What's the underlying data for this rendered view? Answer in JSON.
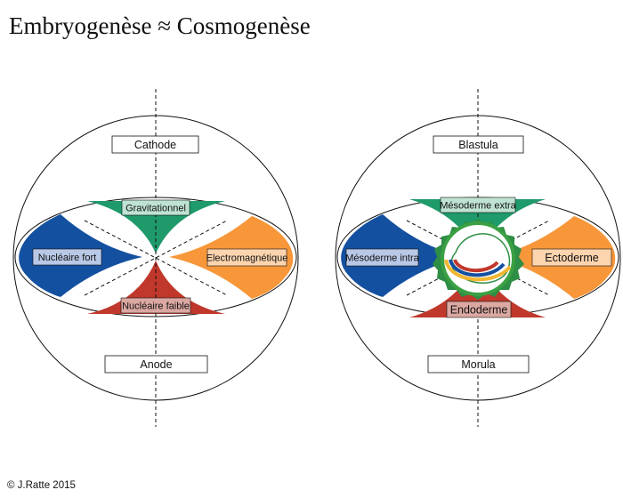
{
  "title": "Embryogenèse ≈ Cosmogenèse",
  "footer": "© J.Ratte 2015",
  "colors": {
    "blue": "#1450a0",
    "green": "#1f9a6a",
    "orange": "#f7973a",
    "red": "#c0382b",
    "light_blue_box": "#b9c8e6",
    "light_green_box": "#bfe3d3",
    "light_orange_box": "#fcd4ae",
    "light_red_box": "#dba8a2",
    "embryo_green": "#2e8e45",
    "embryo_ring": "#3aa043"
  },
  "left": {
    "top_label": "Cathode",
    "bottom_label": "Anode",
    "green_label": "Gravitationnel",
    "blue_label": "Nucléaire fort",
    "orange_label": "Electromagnétique",
    "red_label": "Nucléaire faible"
  },
  "right": {
    "top_label": "Blastula",
    "bottom_label": "Morula",
    "green_label": "Mésoderme extra",
    "blue_label": "Mésoderme intra",
    "orange_label": "Ectoderme",
    "red_label": "Endoderme"
  }
}
